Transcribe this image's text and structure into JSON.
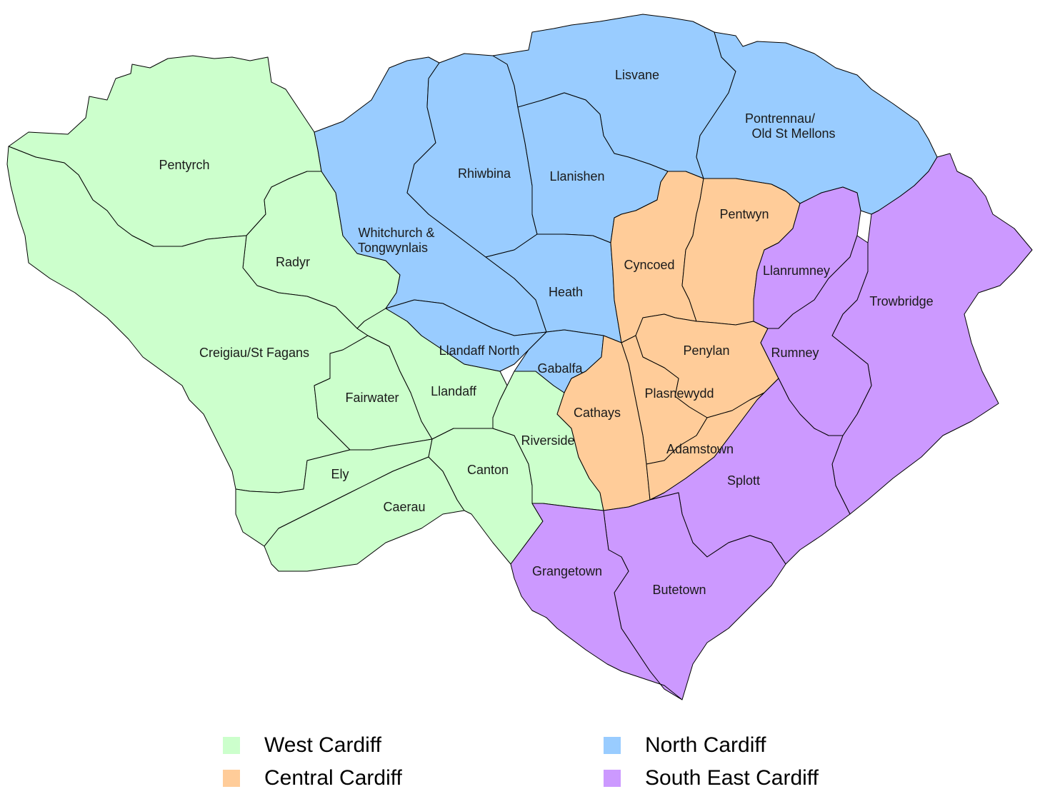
{
  "colors": {
    "west": "#ccffcc",
    "north": "#99ccff",
    "central": "#ffcc99",
    "southeast": "#cc99ff",
    "border": "#000000"
  },
  "wards": {
    "pentyrch": "Pentyrch",
    "radyr": "Radyr",
    "creigiau": "Creigiau/St Fagans",
    "fairwater": "Fairwater",
    "llandaff": "Llandaff",
    "ely": "Ely",
    "caerau": "Caerau",
    "canton": "Canton",
    "riverside": "Riverside",
    "whitchurch_1": "Whitchurch &",
    "whitchurch_2": "Tongwynlais",
    "rhiwbina": "Rhiwbina",
    "llanishen": "Llanishen",
    "lisvane": "Lisvane",
    "pontprennau_1": "Pontrennau/",
    "pontprennau_2": "Old St Mellons",
    "heath": "Heath",
    "llandaff_north": "Llandaff North",
    "gabalfa": "Gabalfa",
    "cyncoed": "Cyncoed",
    "pentwyn": "Pentwyn",
    "penylan": "Penylan",
    "plasnewydd": "Plasnewydd",
    "cathays": "Cathays",
    "adamstown": "Adamstown",
    "llanrumney": "Llanrumney",
    "rumney": "Rumney",
    "trowbridge": "Trowbridge",
    "splott": "Splott",
    "butetown": "Butetown",
    "grangetown": "Grangetown"
  },
  "legend": [
    {
      "label": "West Cardiff",
      "color": "#ccffcc"
    },
    {
      "label": "North Cardiff",
      "color": "#99ccff"
    },
    {
      "label": "Central Cardiff",
      "color": "#ffcc99"
    },
    {
      "label": "South East Cardiff",
      "color": "#cc99ff"
    }
  ]
}
